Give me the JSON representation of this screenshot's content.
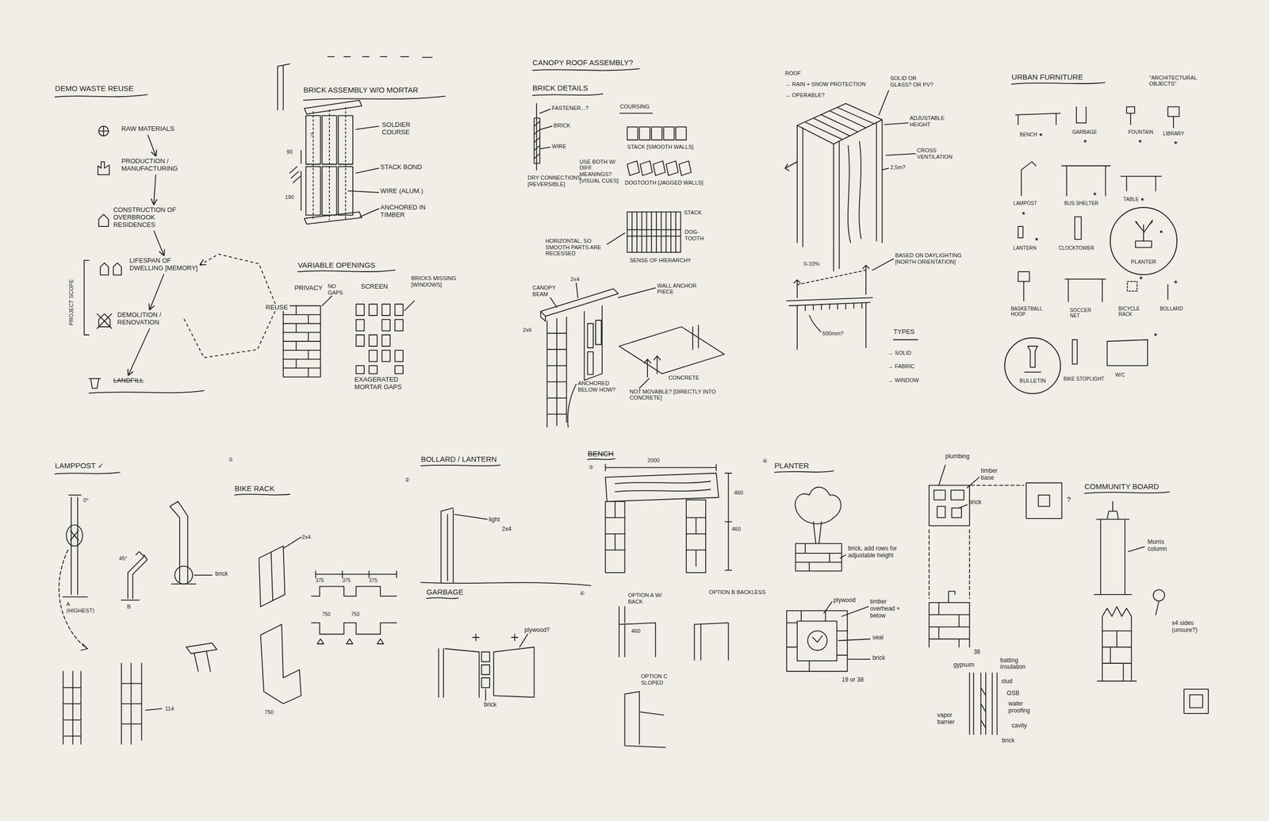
{
  "diagram": {
    "nodes": [
      {
        "text": [
          "RAW MATERIALS"
        ]
      },
      {
        "text": [
          "PRODUCTION / MANUFACTURING"
        ]
      },
      {
        "text": [
          "CONSTRUCTION OF OVERBROOK RESIDENCES"
        ]
      },
      {
        "text": [
          "LIFESPAN OF DWELLING [MEMORY]"
        ]
      },
      {
        "text": [
          "DEMOLITION / RENOVATION"
        ]
      },
      {
        "text": [
          "LANDFILL"
        ]
      },
      {
        "text": [
          "PLANTER"
        ]
      },
      {
        "text": [
          "BULLETIN"
        ]
      }
    ],
    "edges": [
      {
        "from": 0,
        "to": 1,
        "arrow": "to"
      },
      {
        "from": 1,
        "to": 2,
        "arrow": "to"
      },
      {
        "from": 2,
        "to": 3,
        "arrow": "to"
      },
      {
        "from": 3,
        "to": 4,
        "arrow": "to"
      },
      {
        "from": 4,
        "to": 5,
        "arrow": "to"
      },
      {
        "from": 4,
        "to": 3,
        "label": "REUSE",
        "arrow": "to"
      }
    ],
    "labels": [
      "DEMO WASTE REUSE",
      "PROJECT SCOPE",
      "BRICK ASSEMBLY W/O MORTAR",
      "SOLDIER COURSE",
      "STACK BOND",
      "WIRE (ALUM.)",
      "ANCHORED IN TIMBER",
      "90",
      "190",
      "?",
      "VARIABLE OPENINGS",
      "PRIVACY",
      "NO GAPS",
      "SCREEN",
      "BRICKS MISSING [WINDOWS]",
      "EXAGERATED MORTAR GAPS",
      "CANOPY ROOF ASSEMBLY?",
      "BRICK DETAILS",
      "FASTENER...?",
      "BRICK",
      "WIRE",
      "DRY CONNECTIONS [REVERSIBLE]",
      "COURSING",
      "USE BOTH W/ DIFF. MEANINGS? [VISUAL CUES]",
      "STACK [SMOOTH WALLS]",
      "DOGTOOTH [JAGGED WALLS]",
      "STACK",
      "DOG-TOOTH",
      "HORIZONTAL, SO SMOOTH PARTS ARE RECESSED",
      "SENSE OF HIERARCHY",
      "CANOPY BEAM",
      "2x4",
      "2x6",
      "WALL ANCHOR PIECE",
      "ANCHORED BELOW HOW?",
      "CONCRETE",
      "NOT MOVABLE? [DIRECTLY INTO CONCRETE]",
      "ROOF",
      "→ RAIN + SNOW PROTECTION",
      "→ OPERABLE?",
      "SOLID OR GLASS? OR PV?",
      "ADJUSTABLE HEIGHT",
      "CROSS VENTILATION",
      "2,5m?",
      "0-10%",
      "BASED ON DAYLIGHTING [NORTH ORIENTATION]",
      "500mm?",
      "TYPES",
      "→ SOLID",
      "→ FABRIC",
      "→ WINDOW",
      "URBAN FURNITURE",
      "\"ARCHITECTURAL OBJECTS\"",
      "BENCH ★",
      "GARBAGE",
      "★",
      "FOUNTAIN",
      "★",
      "LIBRARY",
      "★",
      "LAMPOST",
      "★",
      "BUS SHELTER",
      "★",
      "TABLE ★",
      "LANTERN",
      "★",
      "CLOCKTOWER",
      "★",
      "BASKETBALL HOOP",
      "SOCCER NET",
      "BICYCLE RACK",
      "★",
      "BOLLARD",
      "★",
      "BIKE STOPLIGHT",
      "W/C",
      "★",
      "LAMPPOST ✓",
      "0°",
      "45°",
      "brick",
      "A (HIGHEST)",
      "B",
      "114",
      "①",
      "BIKE RACK",
      "2x4",
      "375",
      "375",
      "375",
      "750",
      "750",
      "750",
      "②",
      "BOLLARD / LANTERN",
      "light",
      "2x4",
      "GARBAGE",
      "④",
      "plywood?",
      "brick",
      "BENCH",
      "③",
      "2000",
      "460",
      "460",
      "OPTION A W/ BACK",
      "460",
      "OPTION B BACKLESS",
      "OPTION C SLOPED",
      "④",
      "PLANTER",
      "brick, add rows for adjustable height",
      "plywood",
      "timber overhead + below",
      "seal",
      "brick",
      "19 or 38",
      "plumbing",
      "timber base",
      "brick",
      "?",
      "38",
      "gypsum",
      "batting insulation",
      "stud",
      "OSB",
      "water proofing",
      "vapor barrier",
      "cavity",
      "brick",
      "COMMUNITY BOARD",
      "Morris column",
      "x4 sides (unsure?)"
    ]
  }
}
